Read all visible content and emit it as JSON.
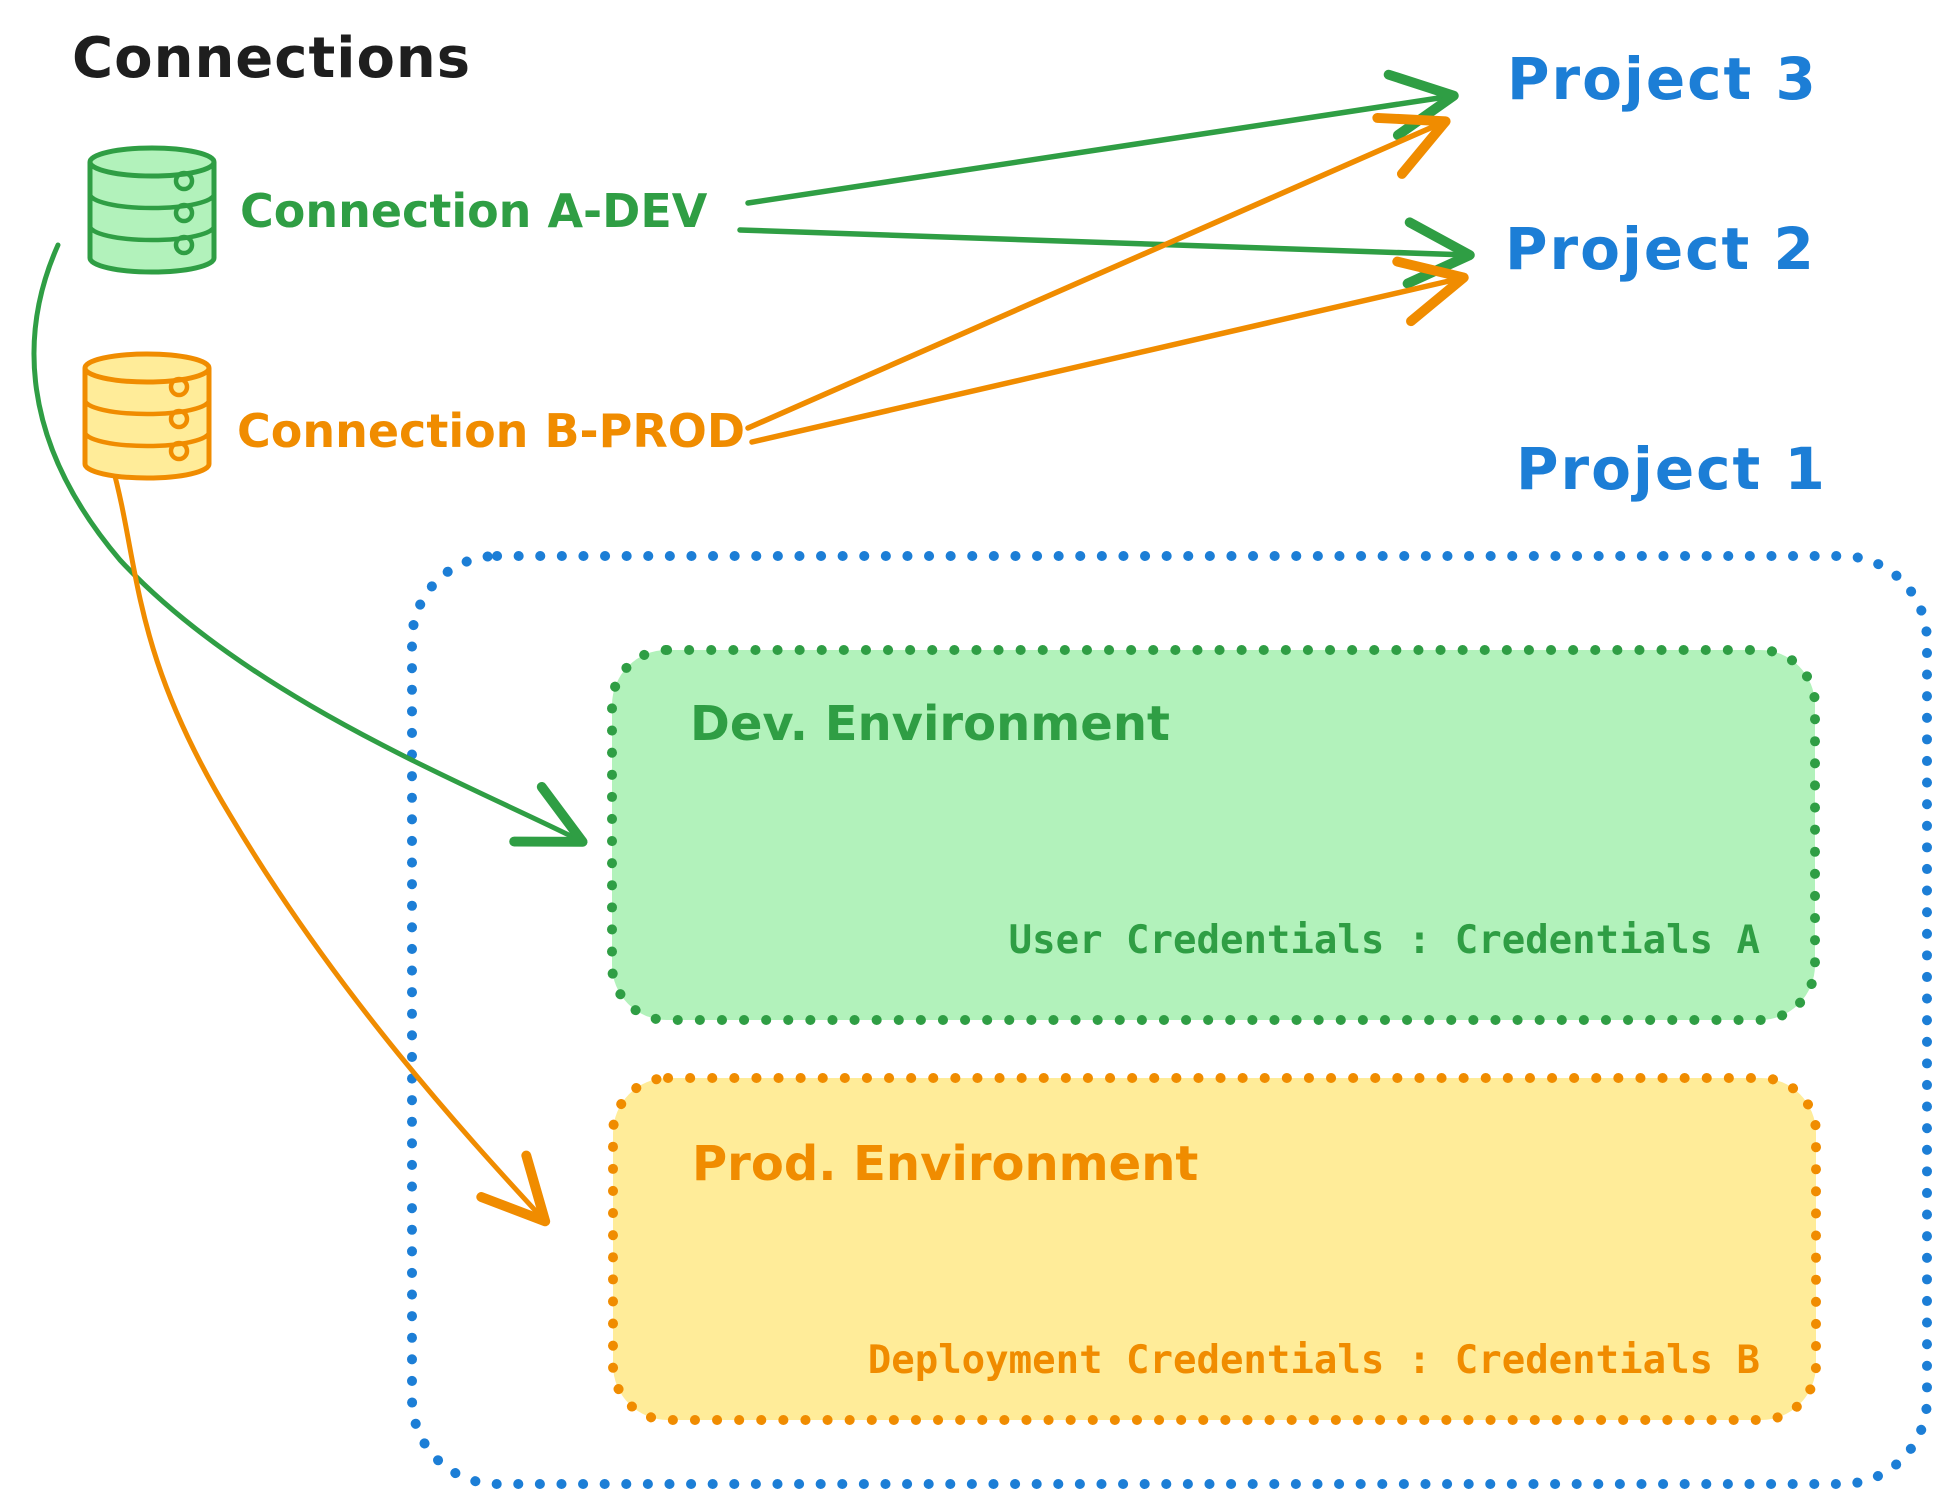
{
  "title": "Connections",
  "colors": {
    "text_black": "#1e1e1e",
    "green_stroke": "#2f9e44",
    "green_fill": "#b2f2bb",
    "orange_stroke": "#f08c00",
    "orange_fill": "#ffec99",
    "blue": "#1c7ed6",
    "background": "#ffffff"
  },
  "connections": [
    {
      "label": "Connection A-DEV",
      "icon": "database-icon",
      "color": "#2f9e44"
    },
    {
      "label": "Connection B-PROD",
      "icon": "database-icon",
      "color": "#f08c00"
    }
  ],
  "projects": [
    {
      "label": "Project 3"
    },
    {
      "label": "Project 2"
    },
    {
      "label": "Project 1"
    }
  ],
  "project1": {
    "environments": [
      {
        "name": "Dev. Environment",
        "credentials": "User Credentials : Credentials A",
        "color": "#2f9e44",
        "fill": "#b2f2bb"
      },
      {
        "name": "Prod. Environment",
        "credentials": "Deployment Credentials : Credentials B",
        "color": "#f08c00",
        "fill": "#ffec99"
      }
    ]
  },
  "edges": [
    {
      "from": "Connection A-DEV",
      "to": "Project 3",
      "color": "#2f9e44",
      "style": "straight-arrow"
    },
    {
      "from": "Connection A-DEV",
      "to": "Project 2",
      "color": "#2f9e44",
      "style": "straight-arrow"
    },
    {
      "from": "Connection B-PROD",
      "to": "Project 3",
      "color": "#f08c00",
      "style": "straight-arrow"
    },
    {
      "from": "Connection B-PROD",
      "to": "Project 2",
      "color": "#f08c00",
      "style": "straight-arrow"
    },
    {
      "from": "Connection A-DEV",
      "to": "Dev. Environment",
      "color": "#2f9e44",
      "style": "curved-arrow"
    },
    {
      "from": "Connection B-PROD",
      "to": "Prod. Environment",
      "color": "#f08c00",
      "style": "curved-arrow"
    }
  ]
}
